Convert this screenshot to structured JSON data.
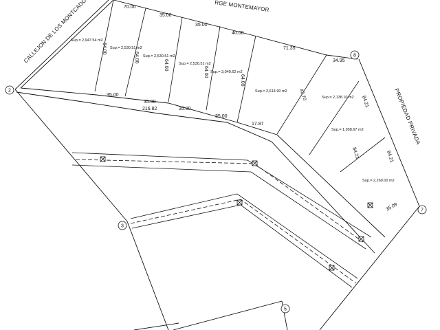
{
  "plan": {
    "streets": {
      "top": "RGE MONTEMAYOR",
      "left": "CALLEJON DE LOS MONTCADOS",
      "right": "PROPIEDAD PRIVADA"
    },
    "vertices": {
      "v2": "2",
      "v3": "3",
      "v5": "5",
      "v7": "7",
      "v8": "8"
    },
    "top_frontages": [
      "70.00",
      "35.00",
      "35.00",
      "40.00",
      "71.35"
    ],
    "bottom_frontages": [
      "35.00",
      "35.00",
      "35.00",
      "35.00",
      "17.87"
    ],
    "total_frontage": "216.82",
    "right_dims": [
      "34.95",
      "84.21",
      "84.21",
      "84.21",
      "35.09"
    ],
    "depths": [
      "64.00",
      "64.00",
      "64.00",
      "64.00",
      "64.00",
      "43.70"
    ],
    "areas": [
      "Sup.= 2,947.54 m2",
      "Sup.= 2,530.51 m2",
      "Sup.= 2,530.51 m2",
      "Sup.= 2,530.51 m2",
      "Sup.= 3,040.62 m2",
      "Sup.= 2,614.90 m2",
      "Sup.= 2,138.10 m2",
      "Sup.= 1,958.67 m2",
      "Sup.= 2,260.00 m2"
    ]
  }
}
